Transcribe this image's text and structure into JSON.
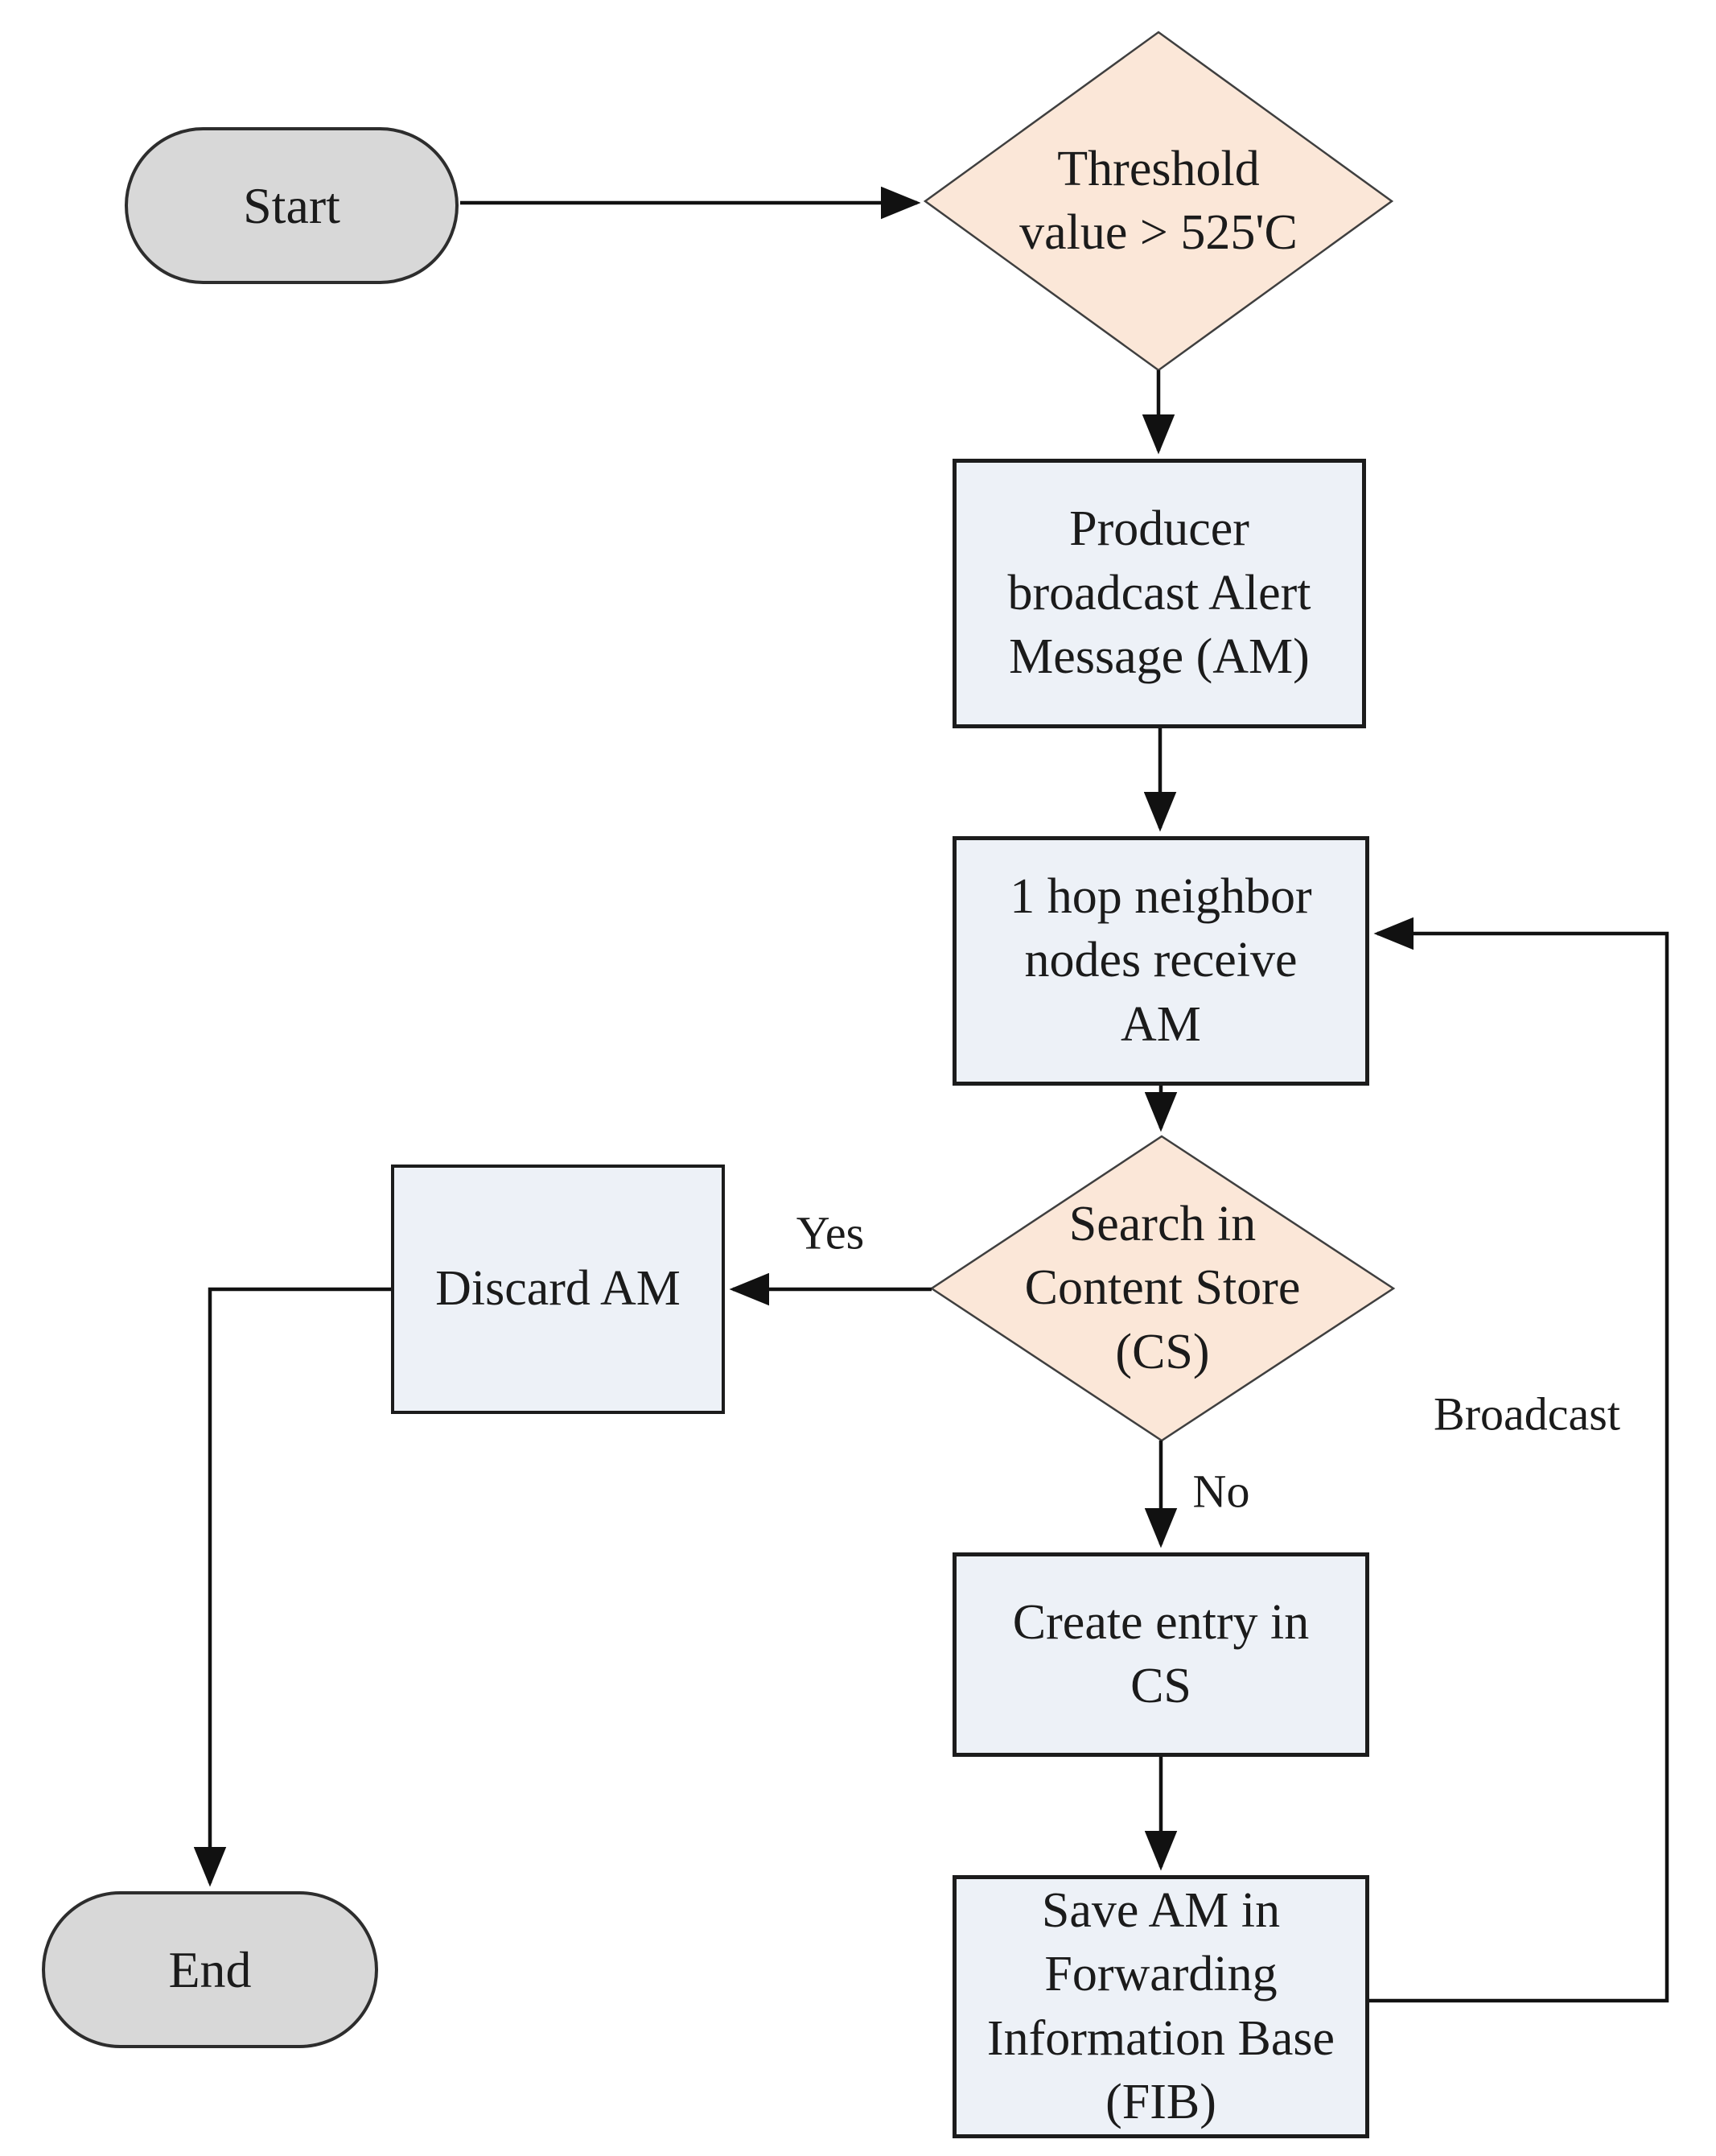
{
  "diagram": {
    "type": "flowchart",
    "nodes": {
      "start": {
        "label": "Start",
        "shape": "terminator"
      },
      "threshold_decision": {
        "label": "Threshold\nvalue > 525'C",
        "shape": "decision"
      },
      "producer_broadcast": {
        "label": "Producer\nbroadcast Alert\nMessage (AM)",
        "shape": "process"
      },
      "hop_neighbors": {
        "label": "1 hop neighbor\nnodes receive\nAM",
        "shape": "process"
      },
      "search_cs_decision": {
        "label": "Search in\nContent Store\n(CS)",
        "shape": "decision"
      },
      "discard_am": {
        "label": "Discard AM",
        "shape": "process"
      },
      "create_entry": {
        "label": "Create entry in\nCS",
        "shape": "process"
      },
      "save_fib": {
        "label": "Save AM in\nForwarding\nInformation Base\n(FIB)",
        "shape": "process"
      },
      "end": {
        "label": "End",
        "shape": "terminator"
      }
    },
    "edge_labels": {
      "yes": "Yes",
      "no": "No",
      "broadcast": "Broadcast"
    },
    "colors": {
      "terminator_fill": "#d8d8d8",
      "terminator_border": "#2d2d2d",
      "process_fill": "#edf1f7",
      "process_border": "#1c1c1c",
      "decision_fill": "#fbe7d8",
      "decision_border": "#3f3f3f",
      "arrow_color": "#111111",
      "text_color": "#1b1b1b",
      "background": "#ffffff"
    }
  }
}
